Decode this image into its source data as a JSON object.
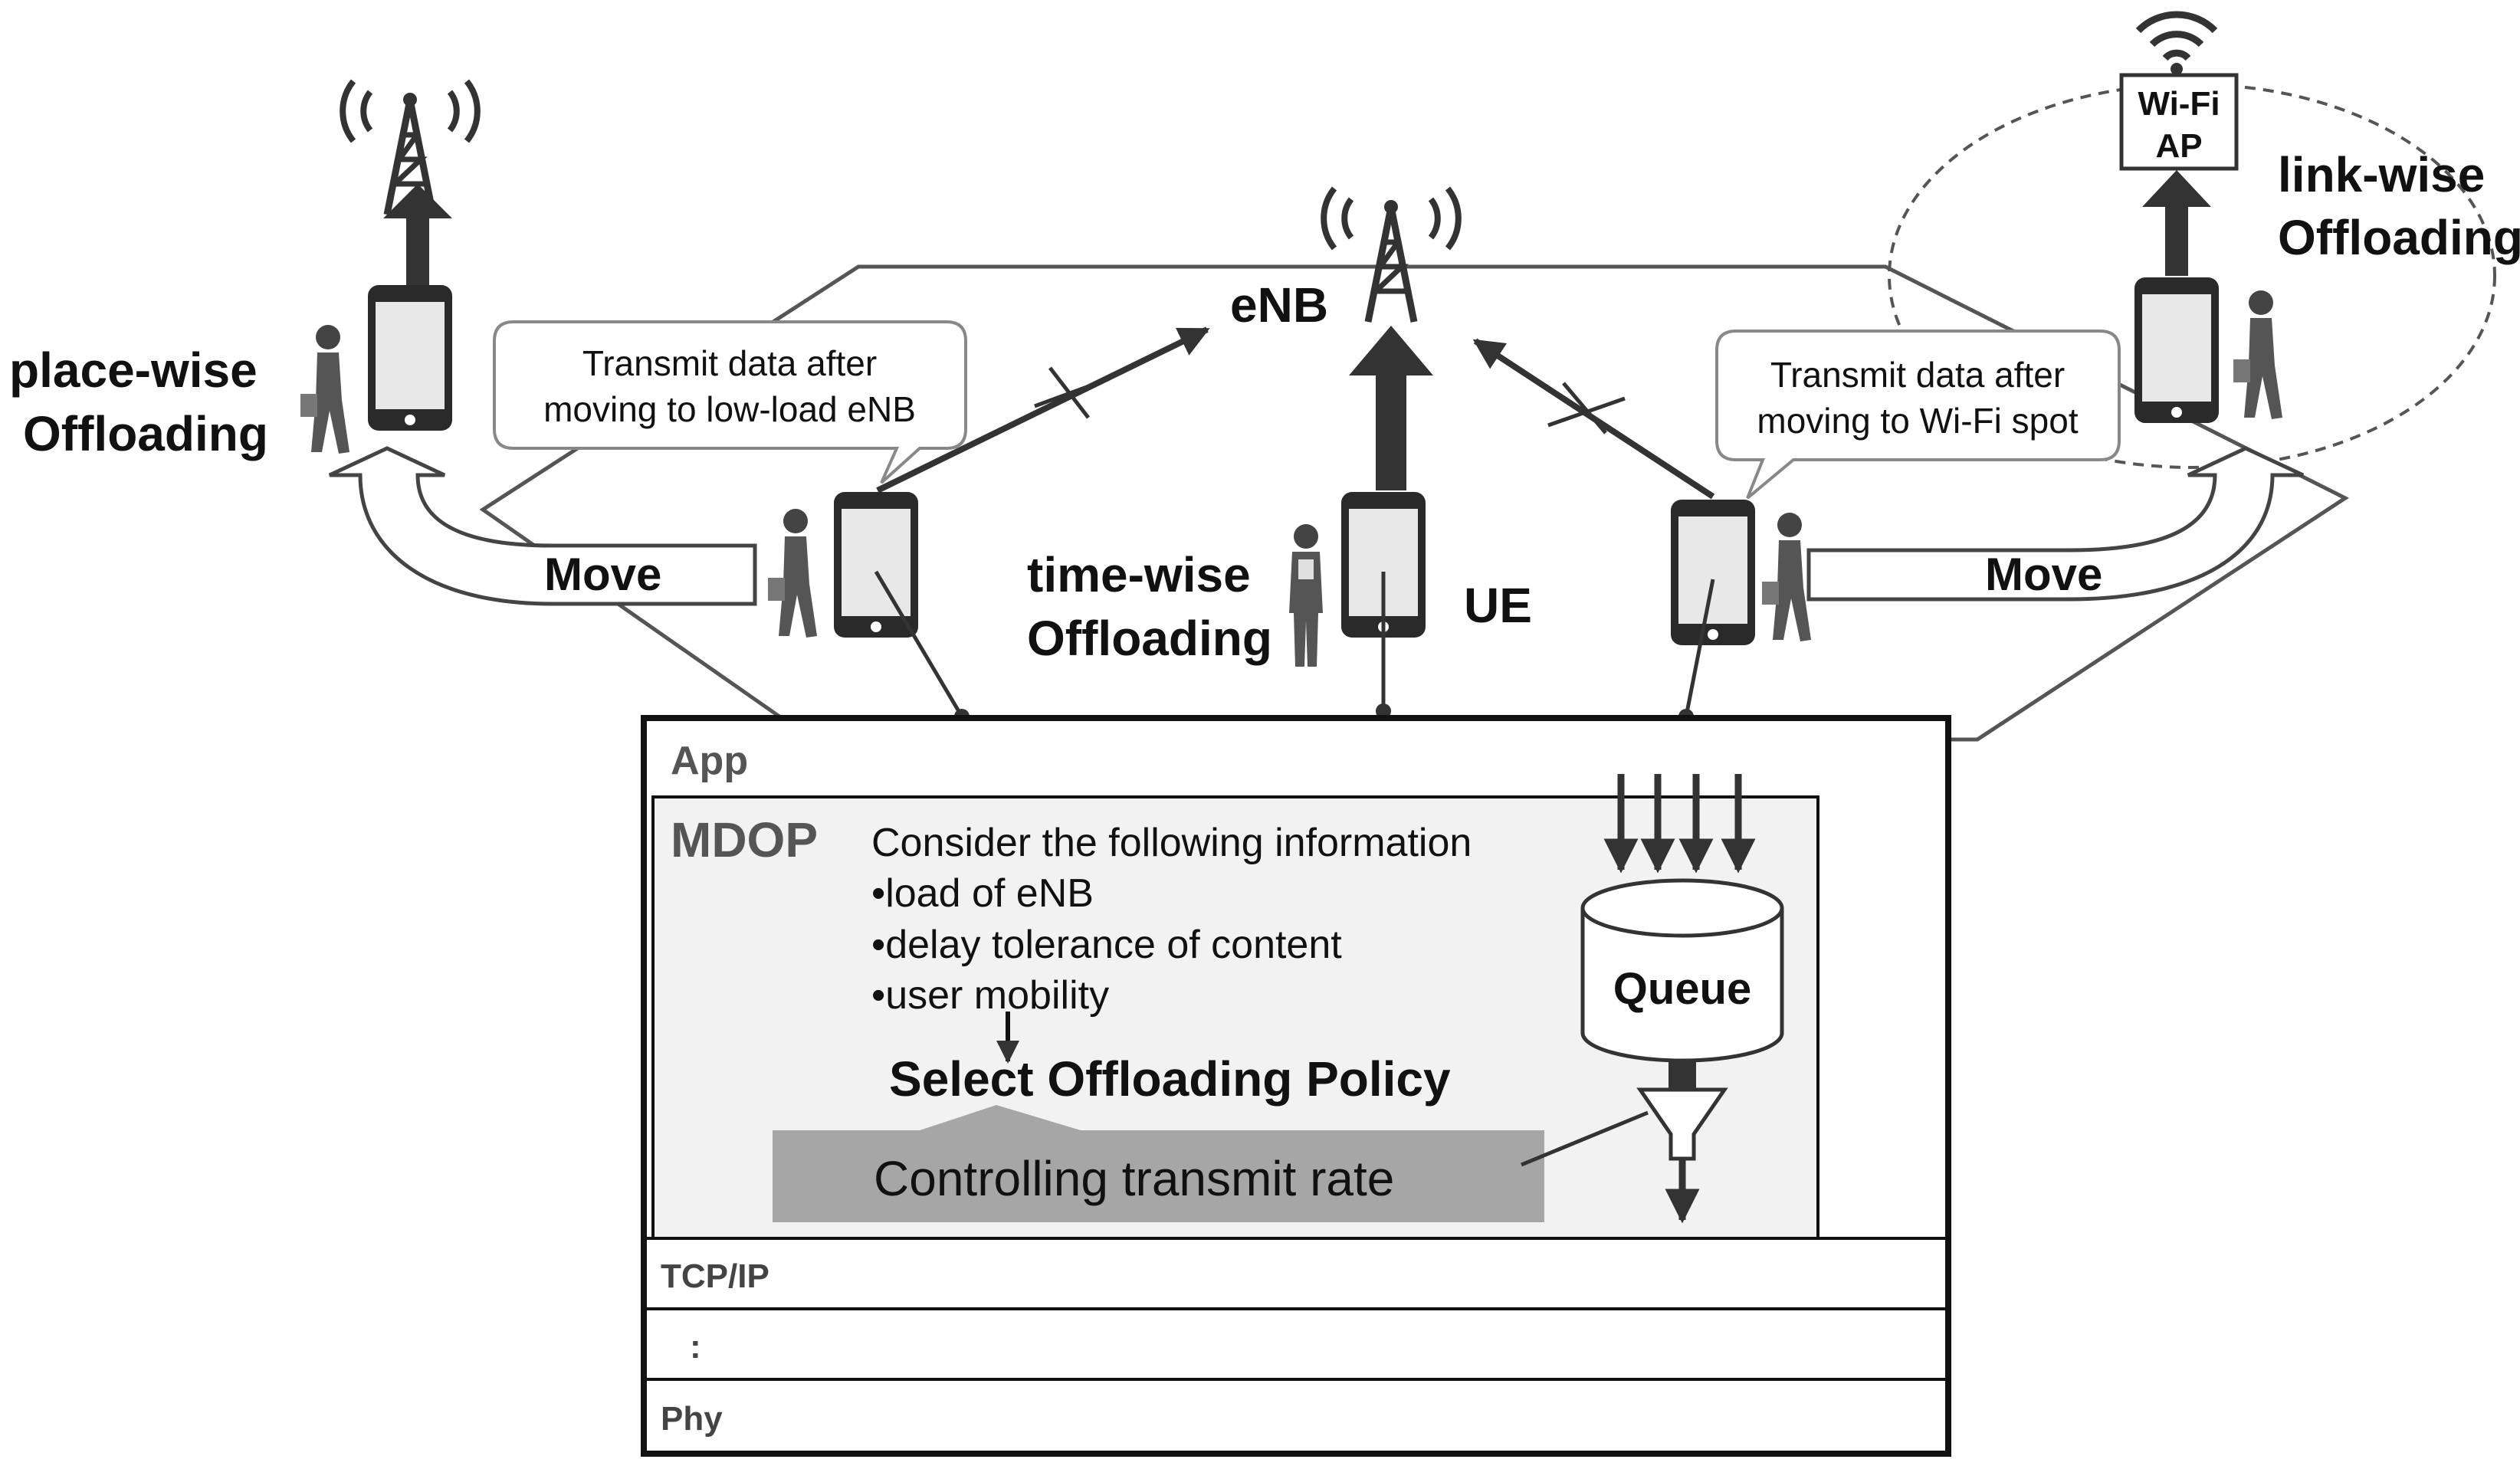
{
  "labels": {
    "enb": "eNB",
    "ue": "UE",
    "wifi_ap_line1": "Wi-Fi",
    "wifi_ap_line2": "AP",
    "place_wise_line1": "place-wise",
    "place_wise_line2": "Offloading",
    "time_wise_line1": "time-wise",
    "time_wise_line2": "Offloading",
    "link_wise_line1": "link-wise",
    "link_wise_line2": "Offloading",
    "move_left": "Move",
    "move_right": "Move"
  },
  "bubbles": {
    "left_line1": "Transmit data after",
    "left_line2": "moving to low-load eNB",
    "right_line1": "Transmit data after",
    "right_line2": "moving to Wi-Fi spot"
  },
  "stack": {
    "app": "App",
    "mdop": "MDOP",
    "info_title": "Consider the following information",
    "info_items": [
      "•load of eNB",
      "•delay tolerance of content",
      "•user mobility"
    ],
    "select_policy": "Select Offloading Policy",
    "controlling": "Controlling transmit rate",
    "queue": "Queue",
    "tcpip": "TCP/IP",
    "ellipsis": ":",
    "phy": "Phy"
  },
  "colors": {
    "arrow": "#333333",
    "outline": "#111111",
    "panel_gray": "#f2f2f2",
    "control_gray": "#a6a6a6"
  }
}
